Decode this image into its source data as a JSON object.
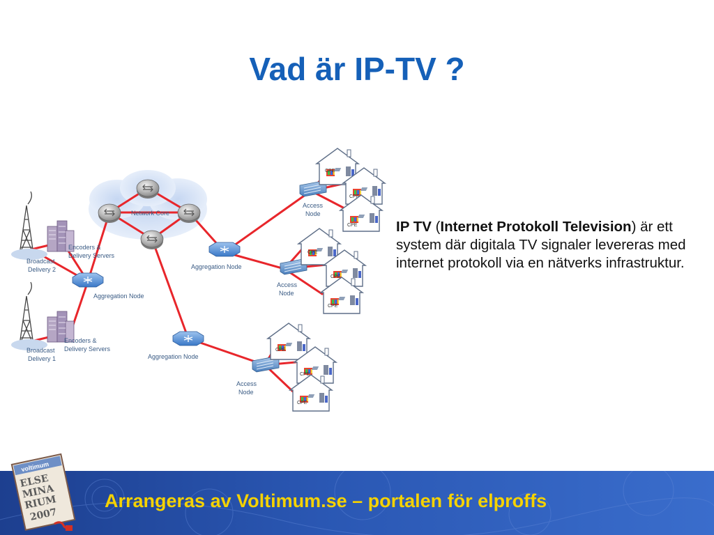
{
  "slide": {
    "title": "Vad är IP-TV ?",
    "description": {
      "term": "IP TV",
      "open_paren": " (",
      "expansion": "Internet Protokoll Television",
      "close_paren": ")",
      "body": " är ett system där digitala TV signaler levereras med internet protokoll via en nätverks infrastruktur."
    },
    "footer": {
      "text": "Arrangeras av Voltimum.se – portalen för elproffs",
      "logo": {
        "brand": "voltimum",
        "line1": "ELSE",
        "line2": "MINA",
        "line3": "RIUM",
        "year": "2007"
      }
    }
  },
  "diagram": {
    "network_core": "Network Core",
    "aggregation_node": "Aggregation Node",
    "access_node_line1": "Access",
    "access_node_line2": "Node",
    "encoders_line1": "Encoders &",
    "encoders_line2": "Delivery Servers",
    "broadcast_line1": "Broadcast",
    "delivery_2": "Delivery 2",
    "delivery_1": "Delivery 1",
    "cpe": "CPE"
  },
  "colors": {
    "title": "#1560b8",
    "link": "#e8262b",
    "footer_text": "#f5d200",
    "footer_bg": "#2a57b3"
  }
}
